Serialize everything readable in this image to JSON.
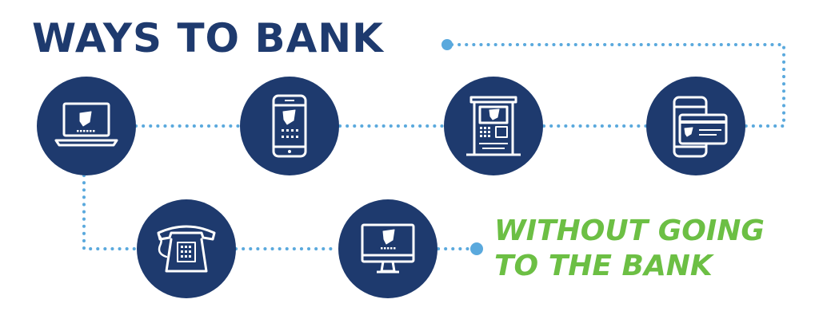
{
  "title": "WAYS TO BANK",
  "tagline": {
    "line1": "WITHOUT GOING",
    "line2": "TO THE BANK"
  },
  "colors": {
    "navy": "#1e3a6e",
    "dots": "#5aa9dd",
    "green": "#6cbf44",
    "icon_stroke": "#ffffff"
  },
  "icons": [
    "laptop-icon",
    "smartphone-icon",
    "atm-icon",
    "mobile-payment-card-icon",
    "desk-telephone-icon",
    "desktop-computer-icon"
  ]
}
